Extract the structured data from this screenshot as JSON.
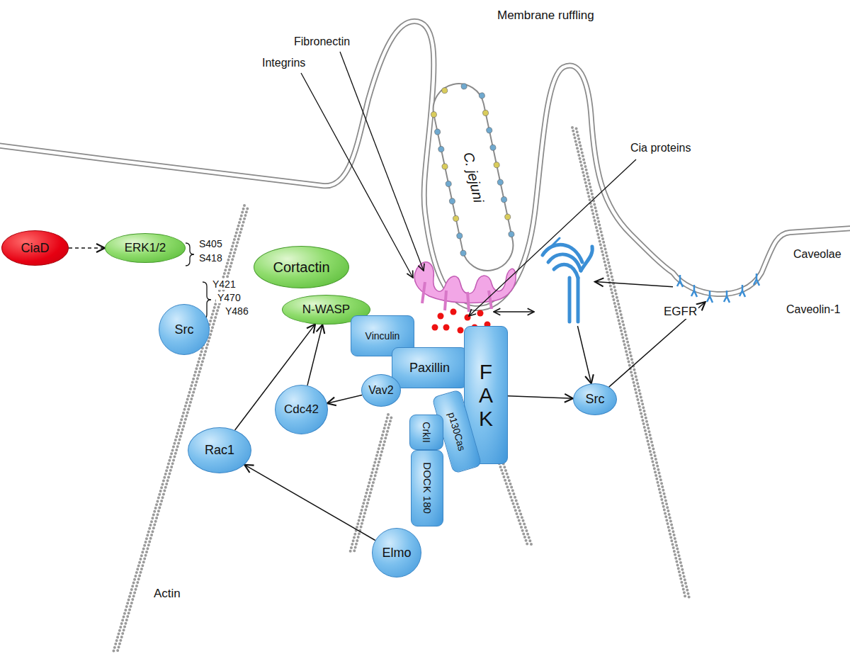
{
  "diagram": {
    "nodes": [
      {
        "text": [
          "C. jejuni"
        ]
      },
      {
        "text": [
          "CiaD"
        ]
      },
      {
        "text": [
          "ERK1/2"
        ]
      },
      {
        "text": [
          "Cortactin"
        ]
      },
      {
        "text": [
          "Src"
        ]
      },
      {
        "text": [
          "N-WASP"
        ]
      },
      {
        "text": [
          "EGFR"
        ]
      },
      {
        "text": [
          "Caveolae",
          "Caveolin-1"
        ]
      },
      {
        "text": [
          "Vinculin"
        ]
      },
      {
        "text": [
          "Paxillin"
        ]
      },
      {
        "text": [
          "FAK"
        ]
      },
      {
        "text": [
          "p130Cas"
        ]
      },
      {
        "text": [
          "Vav2"
        ]
      },
      {
        "text": [
          "CrkII"
        ]
      },
      {
        "text": [
          "DOCK 180"
        ]
      },
      {
        "text": [
          "Cdc42"
        ]
      },
      {
        "text": [
          "Src"
        ]
      },
      {
        "text": [
          "Rac1"
        ]
      },
      {
        "text": [
          "Elmo"
        ]
      }
    ],
    "edges": [
      {
        "from": 1,
        "to": 2,
        "arrow": "to"
      },
      {
        "from": 17,
        "to": 5,
        "arrow": "to"
      },
      {
        "from": 15,
        "to": 5,
        "arrow": "to"
      },
      {
        "from": 12,
        "to": 15,
        "arrow": "to"
      },
      {
        "from": 18,
        "to": 17,
        "arrow": "to"
      },
      {
        "from": 10,
        "to": 16,
        "arrow": "to"
      },
      {
        "from": 6,
        "to": 16,
        "arrow": "to"
      },
      {
        "from": 16,
        "to": 7,
        "arrow": "to"
      },
      {
        "from": 7,
        "to": 6,
        "arrow": "to"
      }
    ],
    "labels": [
      "Membrane ruffling",
      "Fibronectin",
      "Integrins",
      "Cia proteins",
      "S405",
      "S418",
      "Y421",
      "Y470",
      "Y486",
      "Actin"
    ]
  }
}
